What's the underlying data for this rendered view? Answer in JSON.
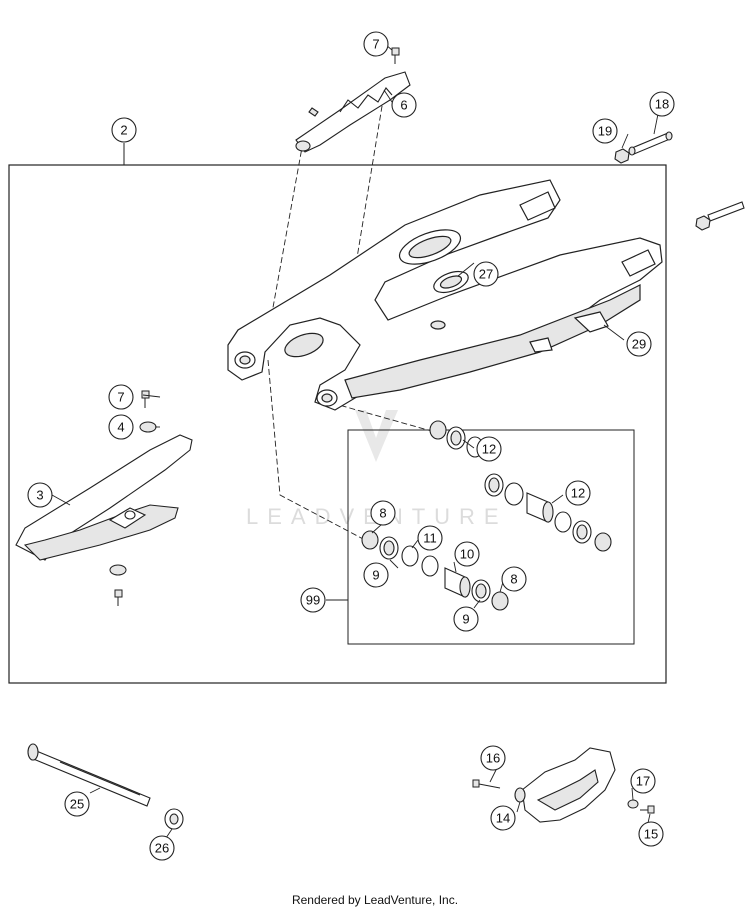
{
  "callouts": [
    "2",
    "3",
    "4",
    "6",
    "7",
    "7",
    "8",
    "8",
    "9",
    "9",
    "10",
    "11",
    "12",
    "12",
    "14",
    "15",
    "16",
    "17",
    "18",
    "19",
    "25",
    "26",
    "27",
    "29",
    "99"
  ],
  "watermark": "LEADVENTURE",
  "footer": "Rendered by LeadVenture, Inc.",
  "colors": {
    "line": "#222222",
    "fill": "#ffffff",
    "shade": "#e6e6e6",
    "watermark": "#dcdcdc"
  }
}
